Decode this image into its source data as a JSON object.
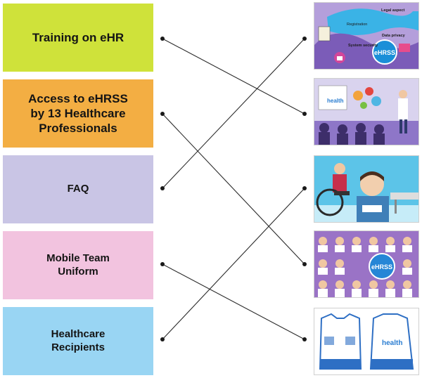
{
  "left_items": [
    {
      "label": "Training on eHR"
    },
    {
      "label": "Access to eHRSS\nby 13 Healthcare\nProfessionals"
    },
    {
      "label": "FAQ"
    },
    {
      "label": "Mobile Team\nUniform"
    },
    {
      "label": "Healthcare\nRecipients"
    }
  ],
  "pictures": {
    "p1": {
      "tags": [
        "Registration",
        "Legal\naspect",
        "Data\nprivacy",
        "System\nsecurity",
        "eHRSS"
      ]
    },
    "p2": {
      "logo_text": "health"
    },
    "p4": {
      "badge": "eHRSS"
    },
    "p5": {
      "logo_text": "health"
    }
  },
  "colors": {
    "card1": "#cfe23a",
    "card2": "#f3ae43",
    "card3": "#c9c5e5",
    "card4": "#f2c3df",
    "card5": "#99d5f3",
    "wire": "#2b2b2b"
  }
}
